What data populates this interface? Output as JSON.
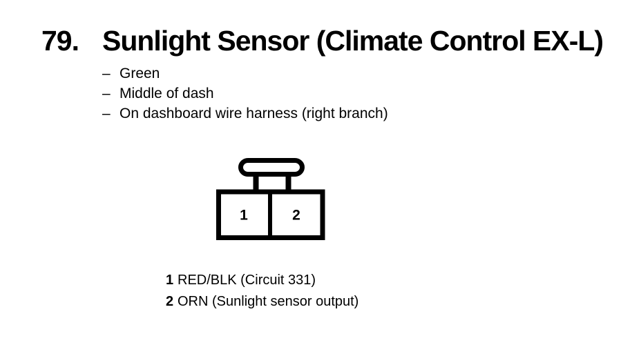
{
  "document": {
    "item_number": "79.",
    "title": "Sunlight Sensor (Climate Control EX-L)",
    "bullet_char": "–",
    "notes": [
      "Green",
      "Middle of dash",
      "On dashboard wire harness (right branch)"
    ],
    "connector": {
      "cavity_labels": [
        "1",
        "2"
      ]
    },
    "pins": [
      {
        "number": "1",
        "description": "RED/BLK (Circuit 331)"
      },
      {
        "number": "2",
        "description": "ORN (Sunlight sensor output)"
      }
    ],
    "colors": {
      "ink": "#000000",
      "paper": "#ffffff"
    }
  }
}
